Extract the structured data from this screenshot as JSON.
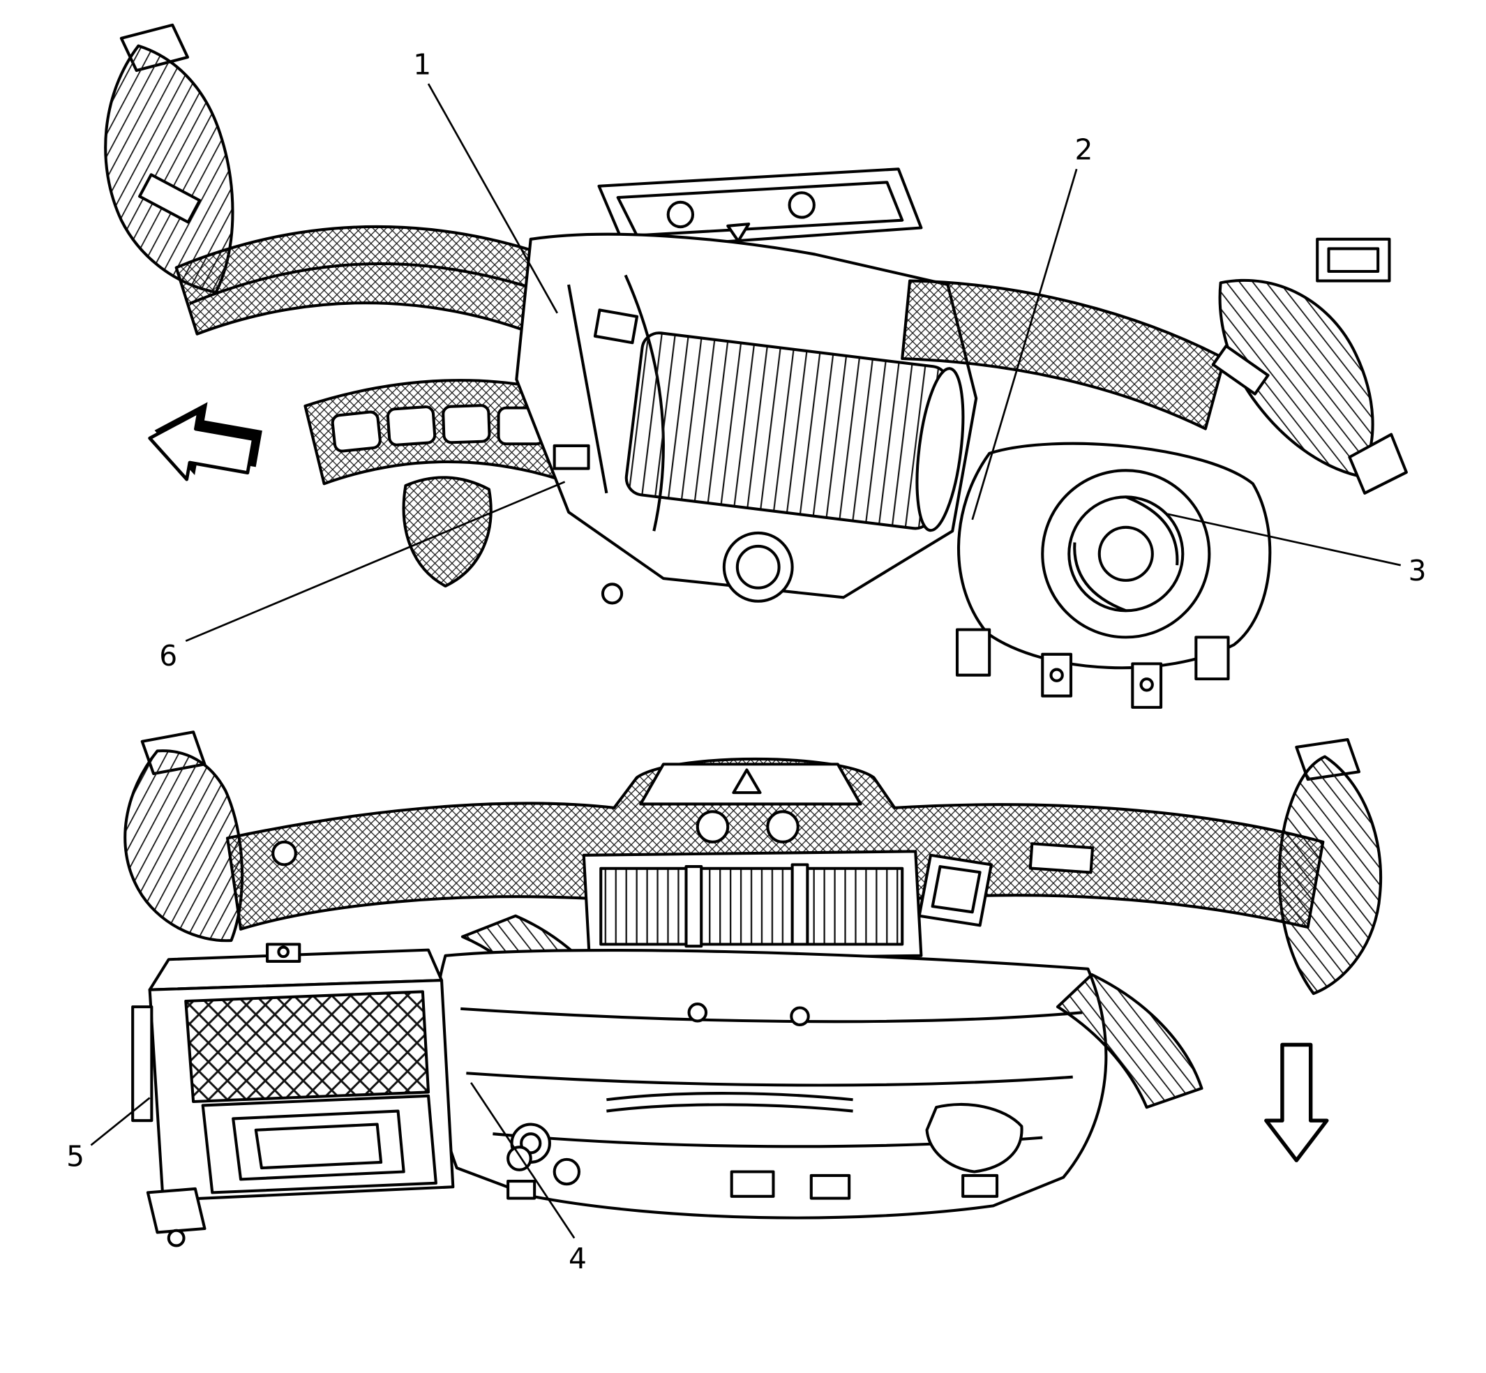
{
  "page": {
    "background": "#ffffff",
    "ink": "#000000"
  },
  "figure": {
    "type": "technical-line-illustration",
    "views": 2,
    "callouts": [
      {
        "label": "1"
      },
      {
        "label": "2"
      },
      {
        "label": "3"
      },
      {
        "label": "4"
      },
      {
        "label": "5"
      },
      {
        "label": "6"
      }
    ],
    "arrows": [
      {
        "direction": "left"
      },
      {
        "direction": "down"
      }
    ]
  }
}
